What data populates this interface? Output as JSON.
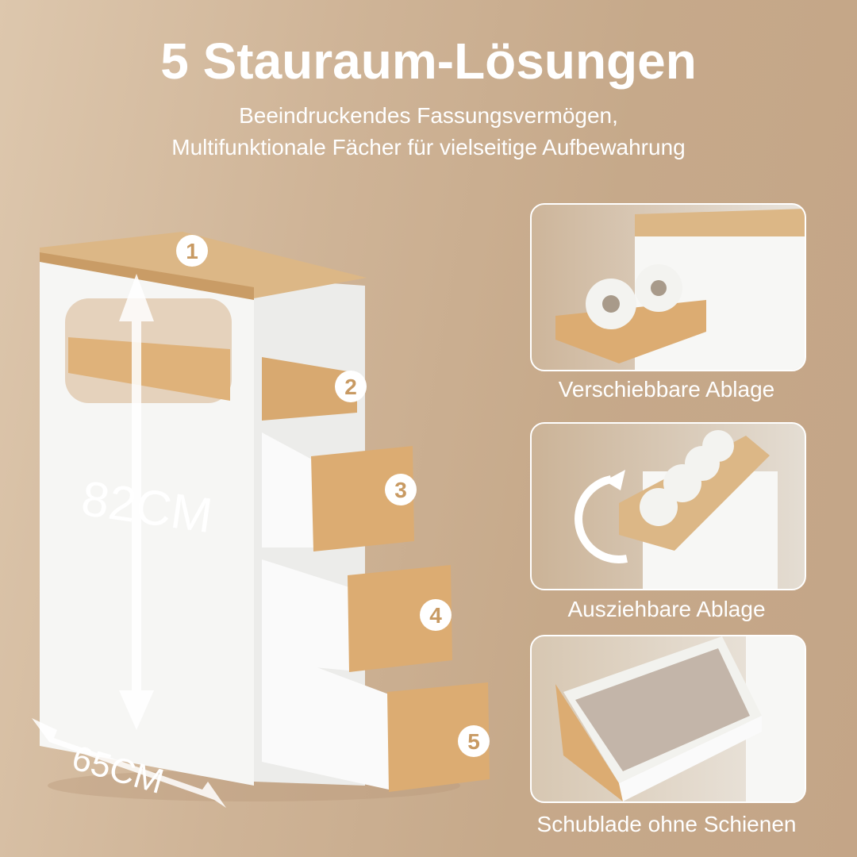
{
  "title": "5 Stauraum-Lösungen",
  "subtitle": [
    "Beeindruckendes Fassungsvermögen,",
    "Multifunktionale Fächer für vielseitige Aufbewahrung"
  ],
  "dimensions": {
    "height": "82CM",
    "depth": "65CM"
  },
  "callouts": [
    "1",
    "2",
    "3",
    "4",
    "5"
  ],
  "features": [
    {
      "caption": "Verschiebbare Ablage"
    },
    {
      "caption": "Ausziehbare Ablage"
    },
    {
      "caption": "Schublade ohne Schienen"
    }
  ],
  "colors": {
    "background": "#cfb497",
    "wood": "#dcb786",
    "cabinet": "#f7f7f5",
    "text": "#ffffff"
  }
}
